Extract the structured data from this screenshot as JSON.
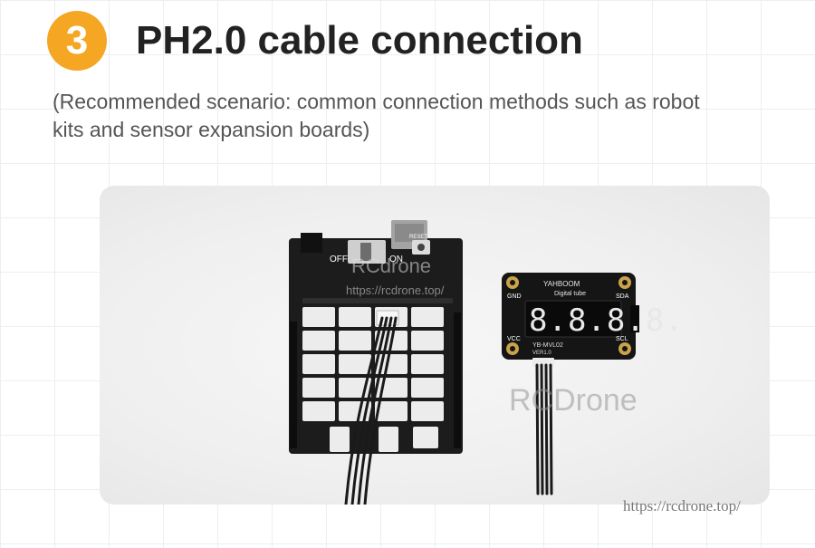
{
  "header": {
    "step_number": "3",
    "title": "PH2.0 cable connection",
    "subtitle": "(Recommended scenario: common connection methods such as robot kits and sensor expansion boards)"
  },
  "photo": {
    "board_labels": {
      "off": "OFF",
      "on": "ON",
      "reset": "RESET"
    },
    "display_module": {
      "brand": "YAHBOOM",
      "name": "Digital tube",
      "model": "YB-MVL02",
      "version": "VER1.0",
      "digits": "8.8.8.8.",
      "pin_gnd": "GND",
      "pin_sda": "SDA",
      "pin_vcc": "VCC",
      "pin_scl": "SCL"
    },
    "watermark_big": "RCDrone",
    "watermark_small": "RCdrone",
    "watermark_small_url": "https://rcdrone.top/"
  },
  "footer": {
    "url": "https://rcdrone.top/"
  },
  "colors": {
    "badge": "#f5a623",
    "title": "#222222",
    "subtitle": "#555555",
    "digit": "#e8e8e8"
  }
}
